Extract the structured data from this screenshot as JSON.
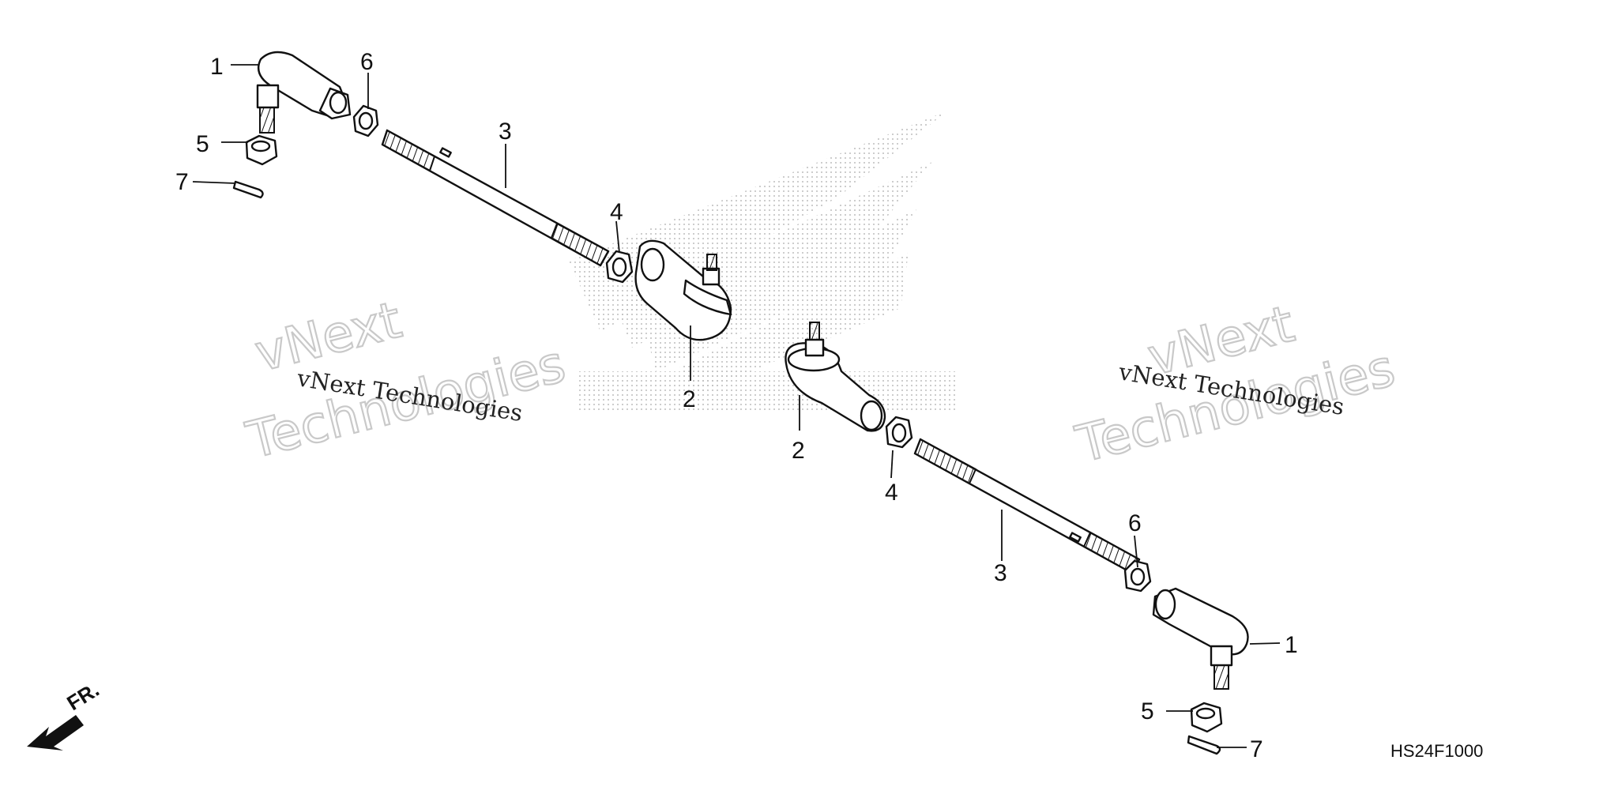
{
  "diagram": {
    "code": "HS24F1000",
    "direction_label": "FR.",
    "watermark": {
      "small": "vNext Technologies",
      "outline_line1": "vNext",
      "outline_line2": "Technologies"
    },
    "labels": {
      "p1": "1",
      "p2": "2",
      "p3": "3",
      "p4": "4",
      "p5": "5",
      "p6": "6",
      "p7": "7"
    }
  }
}
